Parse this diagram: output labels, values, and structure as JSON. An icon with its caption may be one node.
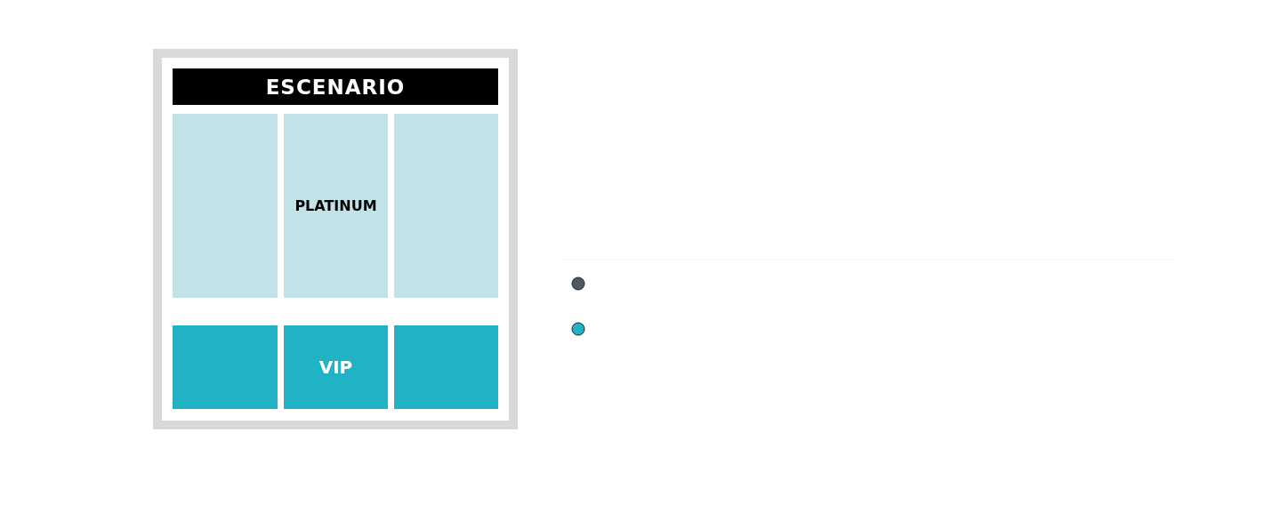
{
  "diagram": {
    "nodes": [
      {
        "text": [],
        "shape": "box"
      },
      {
        "text": [
          "ESCENARIO"
        ],
        "in": 0
      },
      {
        "text": [],
        "shape": "box",
        "in": 0
      },
      {
        "text": [
          "PLATINUM"
        ],
        "in": 0
      },
      {
        "text": [],
        "shape": "box",
        "in": 0
      },
      {
        "text": [],
        "shape": "box",
        "in": 0
      },
      {
        "text": [
          "VIP"
        ],
        "in": 0
      },
      {
        "text": [],
        "shape": "box",
        "in": 0
      }
    ]
  }
}
